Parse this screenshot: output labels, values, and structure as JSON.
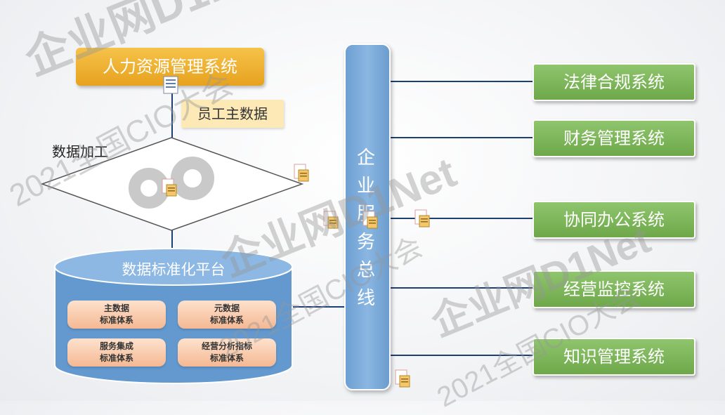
{
  "source_system": {
    "label": "人力资源管理系统"
  },
  "master_data_label": "员工主数据",
  "processing": {
    "label": "数据加工"
  },
  "platform": {
    "title": "数据标准化平台",
    "standards": [
      {
        "line1": "主数据",
        "line2": "标准体系"
      },
      {
        "line1": "元数据",
        "line2": "标准体系"
      },
      {
        "line1": "服务集成",
        "line2": "标准体系"
      },
      {
        "line1": "经营分析指标",
        "line2": "标准体系"
      }
    ]
  },
  "bus": {
    "title": "企业服务总线"
  },
  "target_systems": [
    {
      "label": "法律合规系统"
    },
    {
      "label": "财务管理系统"
    },
    {
      "label": "协同办公系统"
    },
    {
      "label": "经营监控系统"
    },
    {
      "label": "知识管理系统"
    }
  ],
  "watermark": {
    "brand": "企业网D1Net",
    "event": "2021全国CIO大会"
  },
  "colors": {
    "source_box": "#e7a21e",
    "bus": "#7aaad9",
    "target_box": "#7ab356",
    "platform": "#5f94cc",
    "standard_box": "#f7c4a4",
    "connector": "#1e3f73"
  }
}
